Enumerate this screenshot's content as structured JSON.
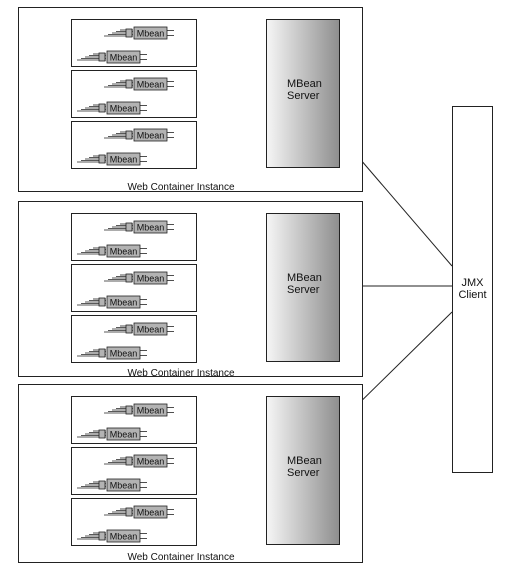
{
  "instances": [
    {
      "label": "Web Container Instance",
      "server_label": [
        "MBean",
        "Server"
      ],
      "groups": [
        {
          "mbeans": [
            "Mbean",
            "Mbean"
          ]
        },
        {
          "mbeans": [
            "Mbean",
            "Mbean"
          ]
        },
        {
          "mbeans": [
            "Mbean",
            "Mbean"
          ]
        }
      ]
    },
    {
      "label": "Web Container Instance",
      "server_label": [
        "MBean",
        "Server"
      ],
      "groups": [
        {
          "mbeans": [
            "Mbean",
            "Mbean"
          ]
        },
        {
          "mbeans": [
            "Mbean",
            "Mbean"
          ]
        },
        {
          "mbeans": [
            "Mbean",
            "Mbean"
          ]
        }
      ]
    },
    {
      "label": "Web Container Instance",
      "server_label": [
        "MBean",
        "Server"
      ],
      "groups": [
        {
          "mbeans": [
            "Mbean",
            "Mbean"
          ]
        },
        {
          "mbeans": [
            "Mbean",
            "Mbean"
          ]
        },
        {
          "mbeans": [
            "Mbean",
            "Mbean"
          ]
        }
      ]
    }
  ],
  "client": {
    "label": [
      "JMX",
      "Client"
    ]
  },
  "colors": {
    "stroke": "#222222",
    "mbean_fill": "#b3b3b3",
    "server_gradient_light": "#f6f6f6",
    "server_gradient_dark": "#8e8e8e"
  }
}
